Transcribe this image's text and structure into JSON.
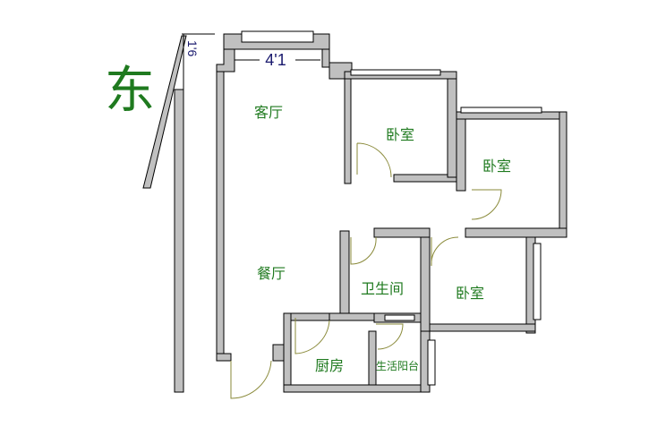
{
  "compass_label": "东",
  "dimensions": {
    "width_top": "4'1",
    "offset_left": "1'6"
  },
  "rooms": {
    "living_room": "客厅",
    "bedroom_1": "卧室",
    "bedroom_2": "卧室",
    "dining_room": "餐厅",
    "bathroom": "卫生间",
    "bedroom_3": "卧室",
    "kitchen": "厨房",
    "utility_balcony": "生活阳台"
  },
  "colors": {
    "wall": "#c0c0c0",
    "label": "#1f7a1f",
    "dimension": "#1a1a6e",
    "door": "#8a8a3a"
  }
}
